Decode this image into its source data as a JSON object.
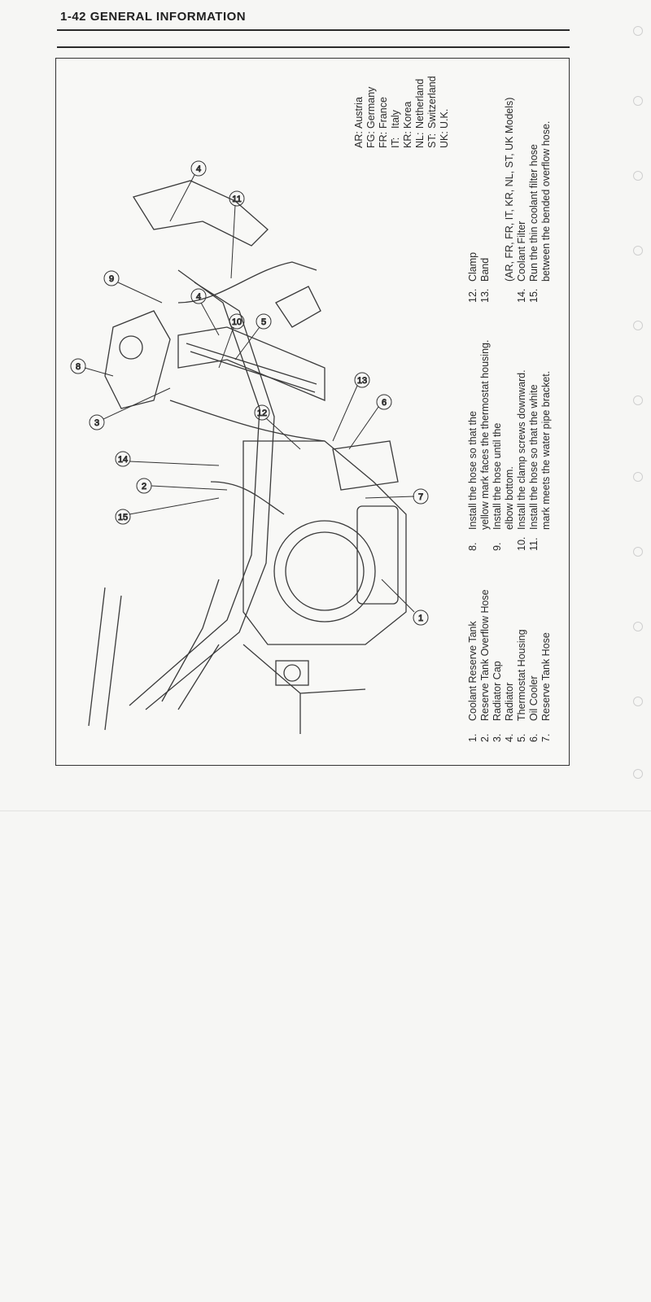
{
  "header": {
    "title": "1-42  GENERAL INFORMATION"
  },
  "legend_main": [
    {
      "num": "1.",
      "text": "Coolant Reserve Tank"
    },
    {
      "num": "2.",
      "text": "Reserve Tank Overflow Hose"
    },
    {
      "num": "3.",
      "text": "Radiator Cap"
    },
    {
      "num": "4.",
      "text": "Radiator"
    },
    {
      "num": "5.",
      "text": "Thermostat Housing"
    },
    {
      "num": "6.",
      "text": "Oil Cooler"
    },
    {
      "num": "7.",
      "text": "Reserve Tank Hose"
    }
  ],
  "legend_notes": [
    {
      "num": "8.",
      "text": "Install the hose so that the"
    },
    {
      "num": "",
      "text": "yellow mark faces the thermostat housing."
    },
    {
      "num": "9.",
      "text": "Install the hose until the"
    },
    {
      "num": "",
      "text": "elbow bottom."
    },
    {
      "num": "10.",
      "text": "Install the clamp screws downward."
    },
    {
      "num": "11.",
      "text": "Install the hose so that the white"
    },
    {
      "num": "",
      "text": "mark meets the water pipe bracket."
    }
  ],
  "legend_parts": [
    {
      "num": "12.",
      "text": "Clamp"
    },
    {
      "num": "13.",
      "text": "Band"
    },
    {
      "num": "",
      "text": ""
    },
    {
      "num": "",
      "text": "(AR, FR, FR, IT, KR, NL, ST, UK Models)"
    },
    {
      "num": "14.",
      "text": "Coolant Filter"
    },
    {
      "num": "15.",
      "text": "Run the thin coolant filter hose"
    },
    {
      "num": "",
      "text": "between the bended overflow hose."
    }
  ],
  "countries": [
    {
      "code": "AR:",
      "name": "Austria"
    },
    {
      "code": "FG:",
      "name": "Germany"
    },
    {
      "code": "FR:",
      "name": "France"
    },
    {
      "code": "IT:",
      "name": "Italy"
    },
    {
      "code": "KR:",
      "name": "Korea"
    },
    {
      "code": "NL:",
      "name": "Netherland"
    },
    {
      "code": "ST:",
      "name": "Switzerland"
    },
    {
      "code": "UK:",
      "name": "U.K."
    }
  ],
  "callouts": [
    "1",
    "2",
    "3",
    "4",
    "4",
    "5",
    "6",
    "7",
    "8",
    "9",
    "10",
    "11",
    "12",
    "13",
    "14",
    "15"
  ]
}
